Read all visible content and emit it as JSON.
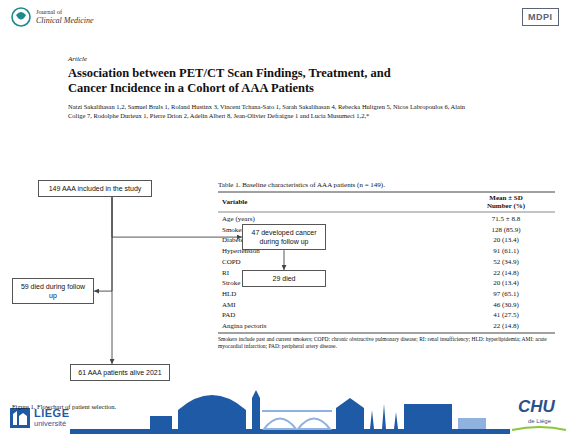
{
  "diagram": {
    "title": "Association between PET/CT Scan Findings, Treatment, and Cancer Incidence in a Cohort of AAA Patients",
    "caption": "Figure 1. Flowchart of patient selection.",
    "nodes": [
      {
        "text": [
          "149 AAA included in the study"
        ]
      },
      {
        "text": [
          "47 developed cancer during follow up"
        ]
      },
      {
        "text": [
          "29 died"
        ]
      },
      {
        "text": [
          "59 died during follow up"
        ]
      },
      {
        "text": [
          "61 AAA patients alive 2021"
        ]
      }
    ],
    "edges": [
      {
        "from": 0,
        "to": 1,
        "arrow": "to"
      },
      {
        "from": 1,
        "to": 2,
        "arrow": "to"
      },
      {
        "from": 0,
        "to": 3,
        "arrow": "to"
      },
      {
        "from": 0,
        "to": 4,
        "arrow": "to"
      }
    ],
    "labels": [
      "Journal of",
      "Clinical Medicine",
      "MDPI",
      "Article",
      "Natzi Sakalihasan 1,2, Samuel Bruls 1, Roland Hustinx 3, Vincent Tchana-Sato 1, Sarah Sakalihasan 4, Rebecka Hultgren 5, Nicos Labropoulos 6, Alain Colige 7, Rodolphe Durieux 1, Pierre Drion 2, Adelin Albert 8, Jean-Olivier Defraigne 1 and Lucia Musumeci 1,2,*",
      "Table 1. Baseline characteristics of AAA patients (n = 149).",
      "Variable",
      "Mean ± SD",
      "Number (%)",
      "Age (years)",
      "71.5 ± 8.8",
      "Smokers",
      "128 (85.9)",
      "Diabetes",
      "20 (13.4)",
      "Hypertension",
      "91 (61.1)",
      "COPD",
      "52 (34.9)",
      "RI",
      "22 (14.8)",
      "Stroke",
      "20 (13.4)",
      "HLD",
      "97 (65.1)",
      "AMI",
      "46 (30.9)",
      "PAD",
      "41 (27.5)",
      "Angina pectoris",
      "22 (14.8)",
      "Smokers include past and current smokers; COPD: chronic obstructive pulmonary disease; RI: renal insufficiency; HLD: hyperlipidemia; AMI: acute myocardial infarction; PAD: peripheral artery disease.",
      "LIÈGE",
      "université",
      "CHU",
      "de Liège"
    ]
  }
}
